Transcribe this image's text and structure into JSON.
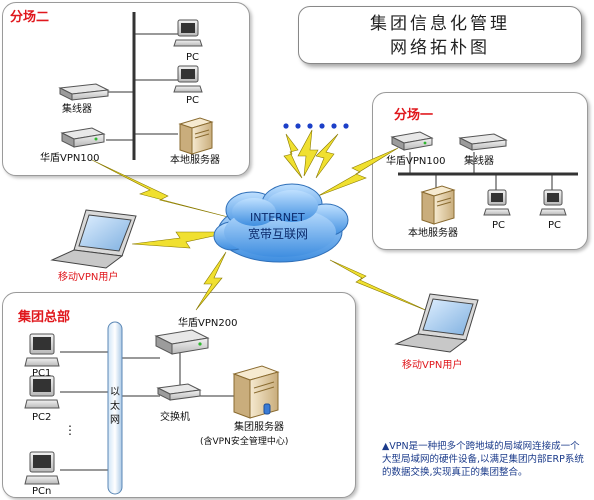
{
  "title": {
    "line1": "集团信息化管理",
    "line2": "网络拓朴图"
  },
  "branch2": {
    "name": "分场二",
    "pc_label": "PC",
    "hub_label": "集线器",
    "vpn_label": "华盾VPN100",
    "server_label": "本地服务器"
  },
  "branch1": {
    "name": "分场一",
    "vpn_label": "华盾VPN100",
    "hub_label": "集线器",
    "server_label": "本地服务器",
    "pc_label": "PC"
  },
  "internet": {
    "line1": "INTERNET",
    "line2": "宽带互联网"
  },
  "mobile_user_label": "移动VPN用户",
  "hq": {
    "name": "集团总部",
    "vpn_label": "华盾VPN200",
    "switch_label": "交换机",
    "server_label": "集团服务器",
    "server_sublabel": "(含VPN安全管理中心)",
    "ethernet_label": "以太网",
    "pc_labels": [
      "PC1",
      "PC2",
      "PCn"
    ],
    "ellipsis": "⋮"
  },
  "note": "▲VPN是一种把多个跨地域的局域网连接成一个大型局域网的硬件设备,以满足集团内部ERP系统的数据交换,实现真正的集团整合。",
  "colors": {
    "accent_red": "#e0181d",
    "cloud": "#5aa0e6",
    "dots": "#1c3fc8",
    "lightning": "#f0e030"
  }
}
